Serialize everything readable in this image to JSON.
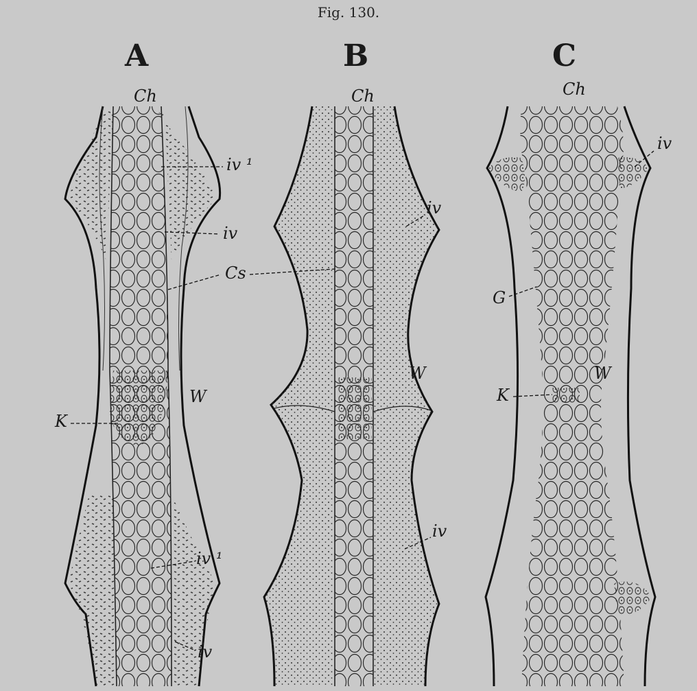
{
  "figure": {
    "title": "Fig. 130.",
    "panels": [
      {
        "letter": "A",
        "labels": {
          "ch": "Ch",
          "iv1_top": "iv ¹",
          "iv_top": "iv",
          "cs": "Cs",
          "w": "W",
          "k": "K",
          "iv1_bottom": "iv ¹",
          "iv_bottom": "iv"
        }
      },
      {
        "letter": "B",
        "labels": {
          "ch": "Ch",
          "iv_top": "iv",
          "w": "W",
          "iv_bottom": "iv"
        }
      },
      {
        "letter": "C",
        "labels": {
          "ch": "Ch",
          "iv": "iv",
          "g": "G",
          "w": "W",
          "k": "K"
        }
      }
    ]
  }
}
